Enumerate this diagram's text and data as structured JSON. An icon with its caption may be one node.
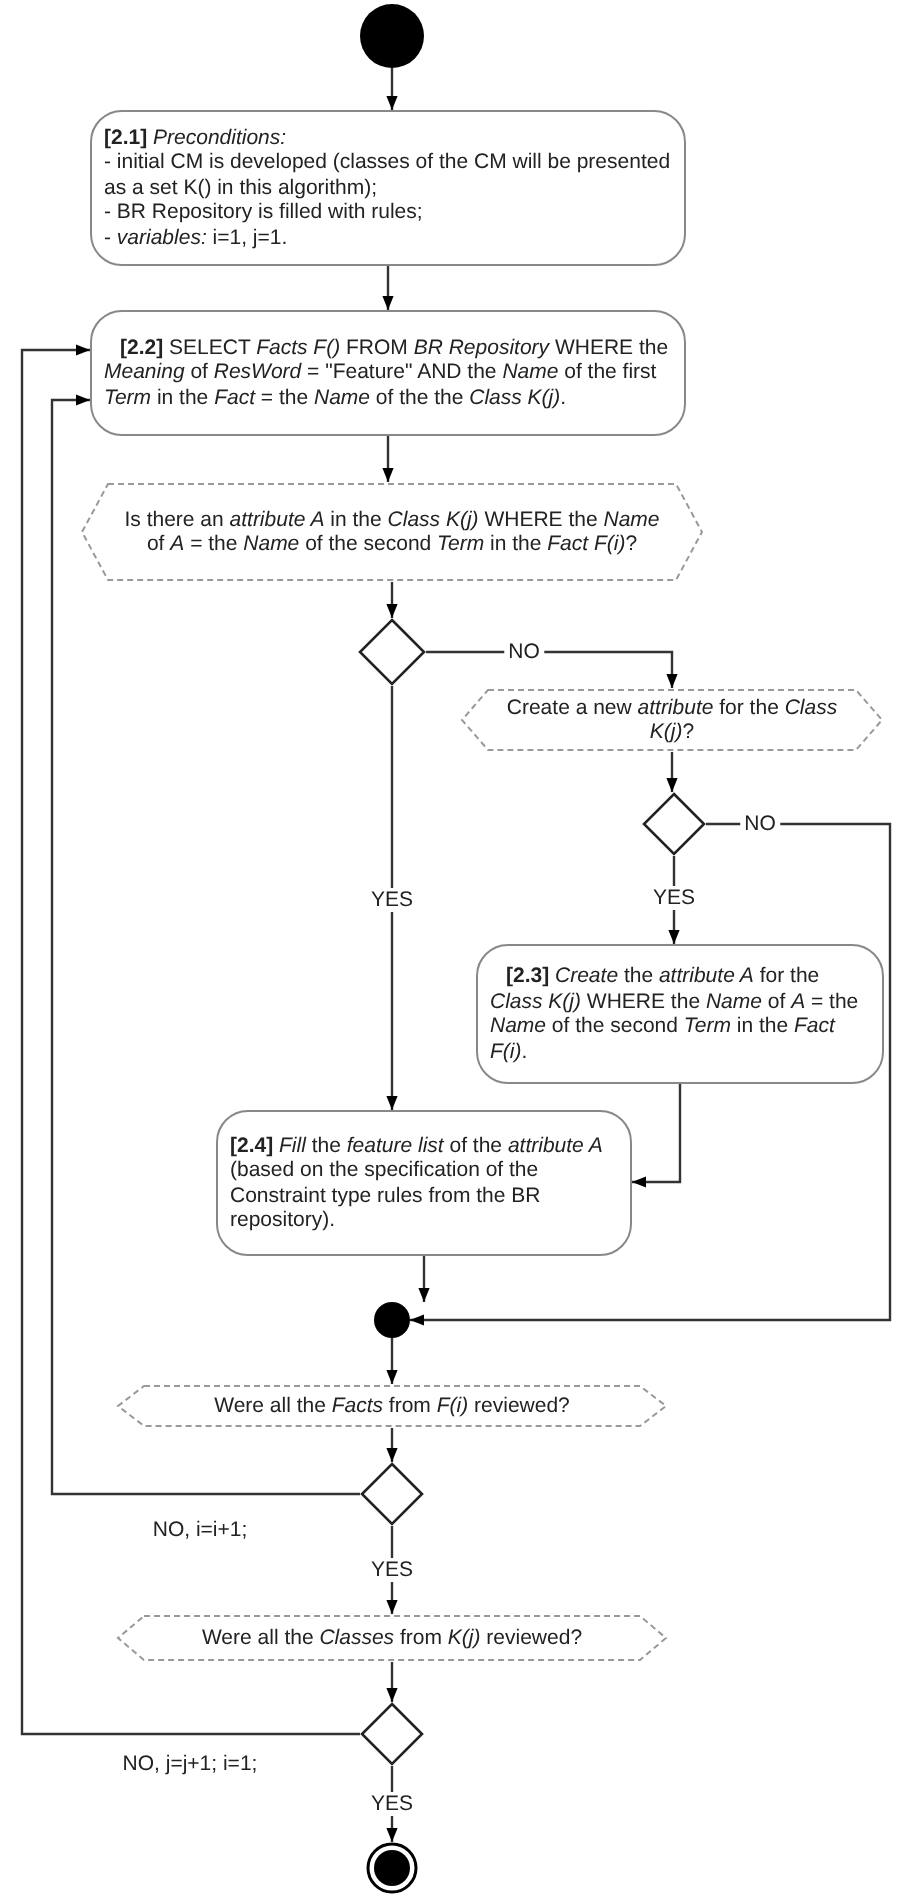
{
  "diagram": {
    "nodes": [
      {
        "text": [],
        "shape": "circle"
      },
      {
        "text": [
          "**[2.1]** *Preconditions:*",
          "- initial CM is developed (classes of the CM will be presented as a set K() in this algorithm);",
          "- BR Repository is filled with rules;",
          "- *variables:* i=1, j=1."
        ]
      },
      {
        "text": [
          "**[2.2]** SELECT *Facts F()* FROM *BR Repository* WHERE the *Meaning* of *ResWord* = \"Feature\" AND the *Name* of the first *Term* in the *Fact* = the *Name* of the the *Class K(j)*."
        ]
      },
      {
        "text": [
          "Is there an *attribute A* in the *Class K(j)* WHERE the *Name* of *A* = the *Name* of the second *Term* in the *Fact F(i)*?"
        ]
      },
      {
        "text": [],
        "shape": "diamond"
      },
      {
        "text": [
          "Create a new *attribute* for the *Class K(j)*?"
        ]
      },
      {
        "text": [],
        "shape": "diamond"
      },
      {
        "text": [
          "**[2.3]** *Create* the *attribute A* for the *Class K(j)* WHERE the *Name* of *A* = the *Name* of the second *Term* in the *Fact F(i)*."
        ]
      },
      {
        "text": [
          "**[2.4]** *Fill* the *feature list* of the *attribute A* (based on the specification of the Constraint type rules from the BR repository)."
        ]
      },
      {
        "text": [],
        "shape": "circle"
      },
      {
        "text": [
          "Were all the *Facts* from *F(i)* reviewed?"
        ]
      },
      {
        "text": [],
        "shape": "diamond"
      },
      {
        "text": [
          "Were all the *Classes* from *K(j)* reviewed?"
        ]
      },
      {
        "text": [],
        "shape": "diamond"
      },
      {
        "text": [],
        "shape": "circle"
      }
    ],
    "edges": [
      {
        "from": 0,
        "to": 1,
        "arrow": "to"
      },
      {
        "from": 1,
        "to": 2,
        "arrow": "to"
      },
      {
        "from": 2,
        "to": 3,
        "arrow": "to"
      },
      {
        "from": 3,
        "to": 4,
        "arrow": "to"
      },
      {
        "from": 4,
        "to": 5,
        "arrow": "to",
        "label": "NO"
      },
      {
        "from": 4,
        "to": 8,
        "arrow": "to",
        "label": "YES"
      },
      {
        "from": 5,
        "to": 6,
        "arrow": "to"
      },
      {
        "from": 6,
        "to": 7,
        "arrow": "to",
        "label": "YES"
      },
      {
        "from": 6,
        "to": 9,
        "arrow": "to",
        "label": "NO"
      },
      {
        "from": 7,
        "to": 8,
        "arrow": "to"
      },
      {
        "from": 8,
        "to": 9,
        "arrow": "to"
      },
      {
        "from": 9,
        "to": 10,
        "arrow": "to"
      },
      {
        "from": 10,
        "to": 11,
        "arrow": "to"
      },
      {
        "from": 11,
        "to": 2,
        "arrow": "to",
        "label": "NO, i=i+1;"
      },
      {
        "from": 11,
        "to": 12,
        "arrow": "to",
        "label": "YES"
      },
      {
        "from": 12,
        "to": 13,
        "arrow": "to"
      },
      {
        "from": 13,
        "to": 2,
        "arrow": "to",
        "label": "NO, j=j+1; i=1;"
      },
      {
        "from": 13,
        "to": 14,
        "arrow": "to",
        "label": "YES"
      }
    ]
  }
}
